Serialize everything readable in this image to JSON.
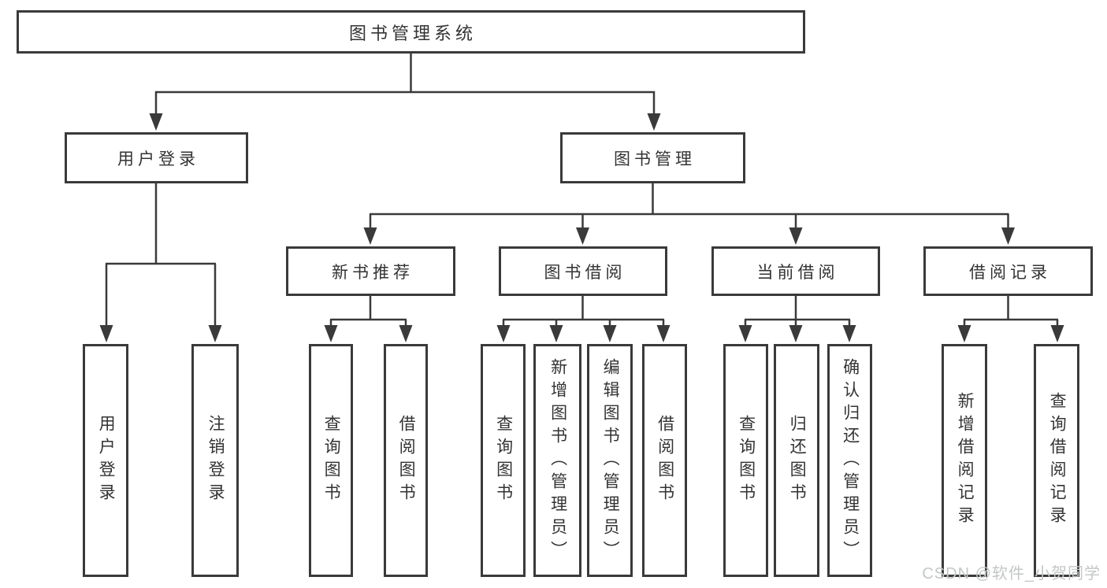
{
  "diagram_title": "图书管理系统",
  "colors": {
    "line": "#3a3a3a",
    "box_border": "#3a3a3a",
    "box_fill": "#ffffff",
    "text": "#333333",
    "watermark": "#c3c7c6"
  },
  "nodes": {
    "root": "图书管理系统",
    "user_login": "用户登录",
    "book_mgmt": "图书管理",
    "new_book_rec": "新书推荐",
    "book_borrow": "图书借阅",
    "current_borrow": "当前借阅",
    "borrow_record": "借阅记录",
    "leaf_user_login": "用户登录",
    "leaf_logout": "注销登录",
    "nb_query_book": "查询图书",
    "nb_borrow_book": "借阅图书",
    "bb_query_book": "查询图书",
    "bb_add_book": "新增图书（管理员）",
    "bb_edit_book": "编辑图书（管理员）",
    "bb_borrow_book": "借阅图书",
    "cb_query_book": "查询图书",
    "cb_return_book": "归还图书",
    "cb_confirm_return": "确认归还（管理员）",
    "br_add_record": "新增借阅记录",
    "br_query_record": "查询借阅记录"
  },
  "hierarchy": {
    "图书管理系统": [
      "用户登录",
      "图书管理"
    ],
    "用户登录": [
      "用户登录",
      "注销登录"
    ],
    "图书管理": [
      "新书推荐",
      "图书借阅",
      "当前借阅",
      "借阅记录"
    ],
    "新书推荐": [
      "查询图书",
      "借阅图书"
    ],
    "图书借阅": [
      "查询图书",
      "新增图书（管理员）",
      "编辑图书（管理员）",
      "借阅图书"
    ],
    "当前借阅": [
      "查询图书",
      "归还图书",
      "确认归还（管理员）"
    ],
    "借阅记录": [
      "新增借阅记录",
      "查询借阅记录"
    ]
  },
  "watermark": {
    "text": "CSDN @软件_小贺同学"
  }
}
